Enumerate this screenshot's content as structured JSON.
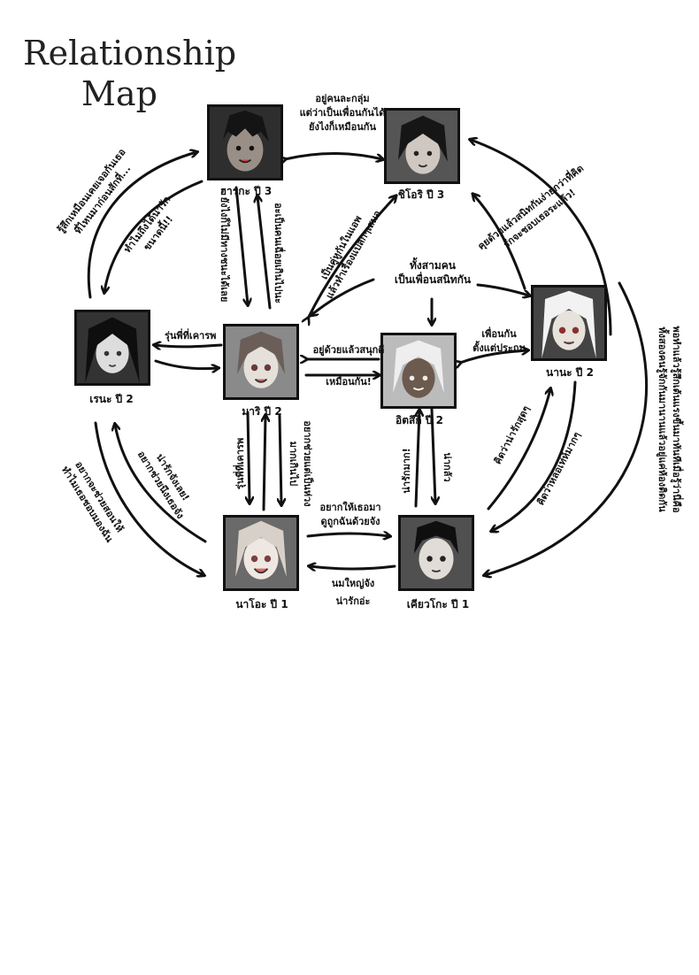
{
  "title_lines": [
    "Relationship",
    "Map"
  ],
  "characters": {
    "haruka": "ฮารุกะ ปี 3",
    "shiori": "ชิโอริ ปี 3",
    "rena": "เรนะ ปี 2",
    "mari": "มาริ ปี 2",
    "itsuki": "อิตสึกิ ปี 2",
    "nana": "นานะ ปี 2",
    "nao": "นาโอะ ปี 1",
    "kiyotaka": "เคียวโกะ ปี 1"
  },
  "labels": {
    "haruka_shiori": [
      "อยู่คนละกลุ่ม",
      "แต่ว่าเป็นเพื่อนกันได้",
      "ยังไงก็เหมือนกัน"
    ],
    "rena_haruka_out": [
      "รู้สึกเหมือนเคยเจอกันเธอ",
      "ที่ไหนมาก่อนสักที่..."
    ],
    "rena_haruka_in": [
      "ทำไมถึงได้น่ารัก",
      "ขนาดนี้!!"
    ],
    "haruka_mari_down": [
      "ยังไงก็ไม่มีทางชนะได้เลย"
    ],
    "haruka_mari_up": [
      "อะเป็นคนเฉื่อยเกินไปนะ"
    ],
    "mari_shiori": [
      "เป็นคู่หูกันในแอพ",
      "แล้วทำเรื่องแปลกๆเสมอ"
    ],
    "trio": [
      "ทั้งสามคน",
      "เป็นเพื่อนสนิทกัน"
    ],
    "nana_shiori": [
      "คุยด้วยแล้วสนิทกันง่ายกว่าที่คิด",
      "รักจะชอบเธอระแล้ว!"
    ],
    "mari_rena": [
      "รุ่นพี่ที่เคารพ"
    ],
    "mari_itsuki": [
      "อยู่ด้วยแล้วสนุกดี",
      "เหมือนกัน!"
    ],
    "itsuki_nana": [
      "เพื่อนกัน",
      "ตั้งแต่ประถม"
    ],
    "nana_right_outer": [
      "พอทำแล้วรู้สึกเต้นแรงขึ้นมาทันทีเมื่อรู้ว่านี่คือ",
      "ทั้งสองคนรู้จักกันมานานแล้วอยู่แค่ห้องติดกัน"
    ],
    "rena_nao_out": [
      "อยากจะช่วยสอนให้",
      "ทำไมเธอชอบมองฉัน"
    ],
    "rena_nao_in": [
      "น่ารักจังเลย!",
      "อยากช่วยนึงเธอจัง"
    ],
    "mari_nao_down": [
      "รุ่นพี่ที่เคารพ"
    ],
    "mari_nao_up": [
      "อยากช่วยแต่เป็นห่วง",
      "มากเกินไป"
    ],
    "itsuki_kiyotaka_up": [
      "น่ารักมาก!"
    ],
    "itsuki_kiyotaka_down": [
      "น่ากลัว"
    ],
    "nana_kiyotaka_up": [
      "คิดว่าน่ารักสุดๆ"
    ],
    "nana_kiyotaka_down": [
      "คิดว่าหล่อเท่ห์มากๆ"
    ],
    "nao_kiyotaka": [
      "อยากให้เธอมา",
      "ดูถูกฉันด้วยจัง"
    ],
    "kiyotaka_nao": [
      "นมใหญ่จัง",
      "น่ารักอ่ะ"
    ]
  }
}
